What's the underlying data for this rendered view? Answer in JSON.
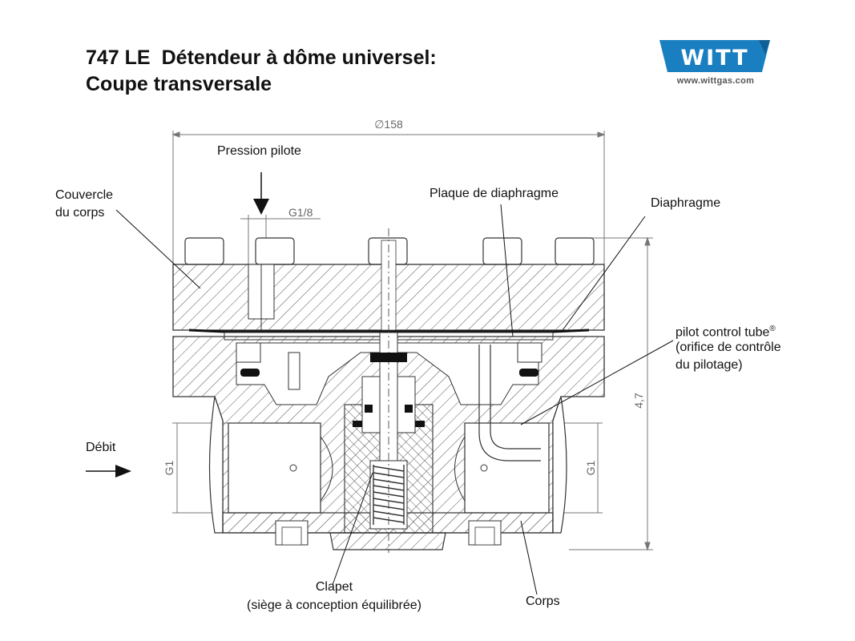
{
  "title": {
    "code": "747 LE",
    "line1": "Détendeur à dôme universel:",
    "line2": "Coupe transversale"
  },
  "logo": {
    "brand": "WITT",
    "url": "www.wittgas.com",
    "color": "#1a7fc1"
  },
  "labels": {
    "pression_pilote": "Pression pilote",
    "couvercle_1": "Couvercle",
    "couvercle_2": "du corps",
    "plaque": "Plaque de diaphragme",
    "diaphragme": "Diaphragme",
    "pilot_1": "pilot control tube",
    "pilot_reg": "®",
    "pilot_2": "(orifice de contrôle",
    "pilot_3": "du pilotage)",
    "debit": "Débit",
    "clapet_1": "Clapet",
    "clapet_2": "(siège à conception équilibrée)",
    "corps": "Corps"
  },
  "dimensions": {
    "diameter": "∅158",
    "thread_top": "G1/8",
    "thread_left": "G1",
    "thread_right": "G1",
    "height": "4,7"
  },
  "colors": {
    "line": "#333333",
    "hatch": "#555555",
    "dim": "#777777"
  }
}
